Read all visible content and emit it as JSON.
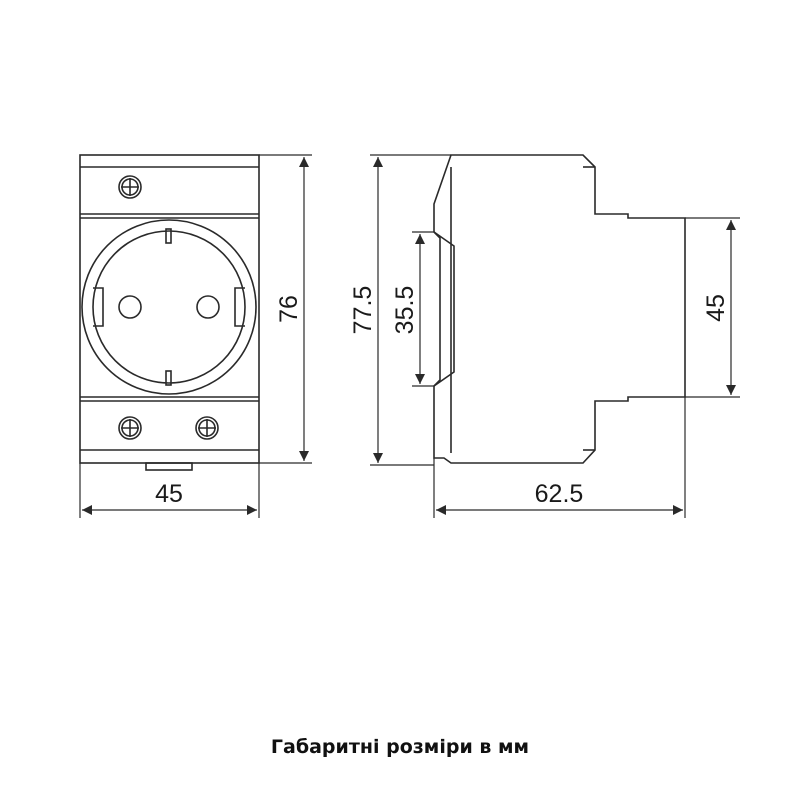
{
  "colors": {
    "line": "#2a2a2a",
    "text": "#1a1a1a",
    "background": "#ffffff"
  },
  "dimensions": {
    "front_width": "45",
    "front_height": "76",
    "side_total_height": "77.5",
    "side_rail_height": "35.5",
    "side_depth": "62.5",
    "side_front_height": "45"
  },
  "caption": "Габаритні розміри в мм"
}
